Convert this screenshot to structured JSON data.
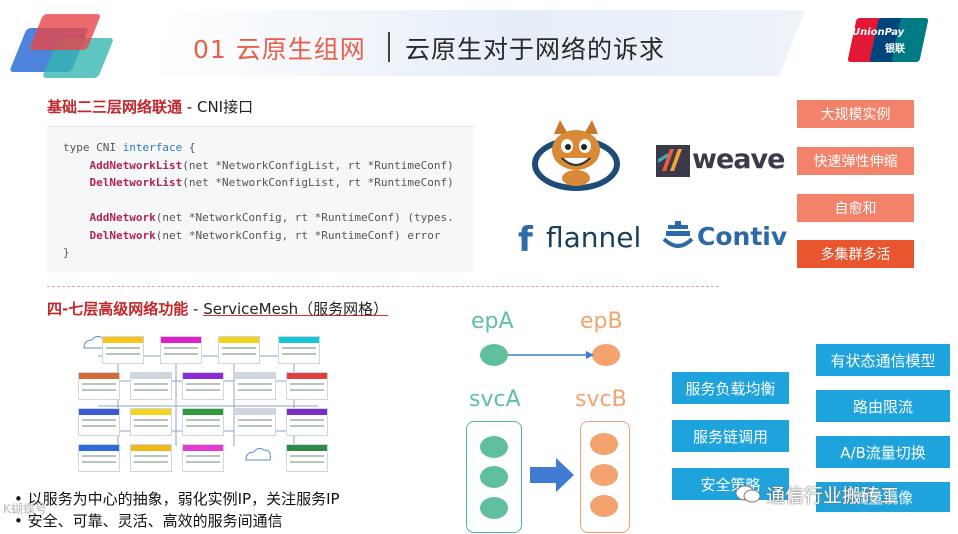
{
  "header": {
    "title_left": "01 云原生组网",
    "title_right": "云原生对于网络的诉求",
    "brand_logo": "UnionPay 银联",
    "brand_text_1": "UnionPay",
    "brand_text_2": "银联",
    "colors": {
      "accent": "#e8604a",
      "unionpay_red": "#e21836",
      "unionpay_blue": "#00447c",
      "unionpay_teal": "#007b84"
    }
  },
  "section_cni": {
    "title_prefix": "基础二三层网络联通",
    "title_suffix": " - CNI接口",
    "code_lines": [
      [
        "type CNI ",
        "interface",
        " {"
      ],
      [
        "    ",
        "AddNetworkList",
        "(net *NetworkConfigList, rt *RuntimeConf)"
      ],
      [
        "    ",
        "DelNetworkList",
        "(net *NetworkConfigList, rt *RuntimeConf)"
      ],
      [
        "",
        "",
        ""
      ],
      [
        "    ",
        "AddNetwork",
        "(net *NetworkConfig, rt *RuntimeConf) (types."
      ],
      [
        "    ",
        "DelNetwork",
        "(net *NetworkConfig, rt *RuntimeConf) error"
      ],
      [
        "}",
        "",
        ""
      ]
    ],
    "logos": {
      "cat": "cat-logo-icon",
      "weave": "weave",
      "flannel": "flannel",
      "flannel_mark": "f",
      "contiv": "Contiv"
    },
    "tags": [
      "大规模实例",
      "快速弹性伸缩",
      "自愈和",
      "多集群多活"
    ],
    "tag_colors": [
      "#f2826a",
      "#f2826a",
      "#f2826a",
      "#e8552f"
    ]
  },
  "section_mesh": {
    "title_prefix": "四-七层高级网络功能",
    "title_suffix": " - ",
    "title_link": "ServiceMesh",
    "title_paren": "（服务网格）",
    "ep_a": "epA",
    "ep_b": "epB",
    "svc_a": "svcA",
    "svc_b": "svcB",
    "colors": {
      "green": "#5fbf9f",
      "orange": "#f4a26e",
      "arrow": "#3f7bd1",
      "blue_tag": "#1ea3dc"
    },
    "tags_left": [
      "服务负载均衡",
      "服务链调用",
      "安全策略"
    ],
    "tags_right": [
      "有状态通信模型",
      "路由限流",
      "A/B流量切换",
      "流量镜像"
    ]
  },
  "bullets": [
    "以服务为中心的抽象，弱化实例IP，关注服务IP",
    "安全、可靠、灵活、高效的服务间通信"
  ],
  "watermark": {
    "icon": "wechat-icon",
    "text": "通信行业搬砖工",
    "corner": "K蝴蝶号"
  }
}
